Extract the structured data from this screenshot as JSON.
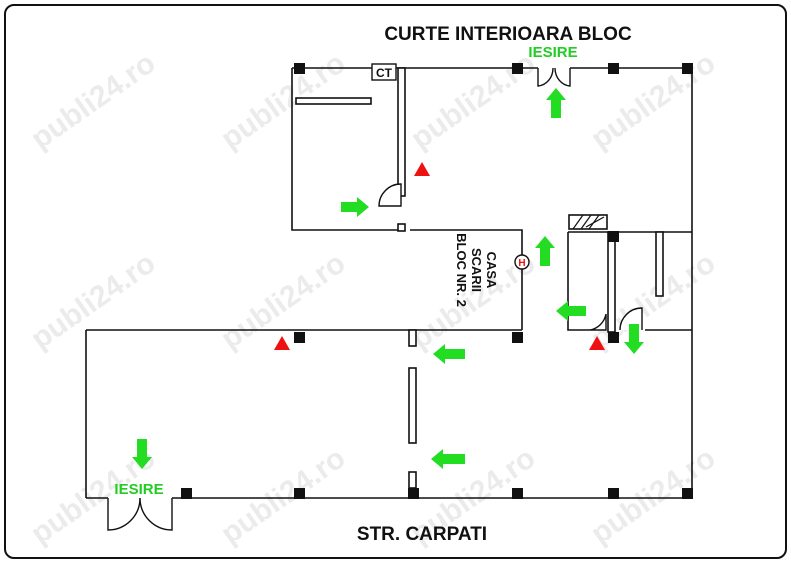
{
  "plan": {
    "top_street": "CURTE INTERIOARA BLOC",
    "bottom_street": "STR. CARPATI",
    "exit_top": "IESIRE",
    "exit_bottom": "IESIRE",
    "ct_label": "CT",
    "hydrant_label": "H",
    "stair_lines": [
      "CASA",
      "SCARII",
      "BLOC NR. 2"
    ],
    "watermark": "publi24.ro"
  },
  "colors": {
    "arrow": "#22dd22",
    "warning": "#ee1111",
    "exit_text": "#22cc22",
    "wall": "#111111"
  },
  "icons": [
    "evacuation-arrow-icon",
    "warning-triangle-icon",
    "hydrant-icon",
    "door-icon"
  ]
}
